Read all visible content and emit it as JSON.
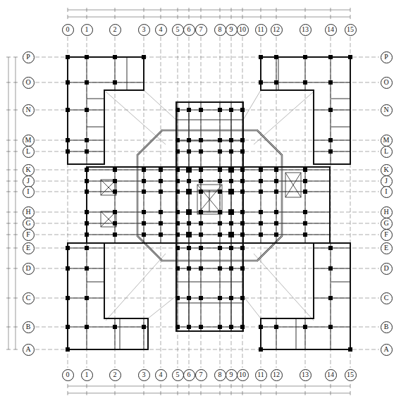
{
  "diagram": {
    "nodes": [
      {
        "text": [
          "0"
        ]
      },
      {
        "text": [
          "1"
        ]
      },
      {
        "text": [
          "2"
        ]
      },
      {
        "text": [
          "3"
        ]
      },
      {
        "text": [
          "4"
        ]
      },
      {
        "text": [
          "5"
        ]
      },
      {
        "text": [
          "6"
        ]
      },
      {
        "text": [
          "7"
        ]
      },
      {
        "text": [
          "8"
        ]
      },
      {
        "text": [
          "9"
        ]
      },
      {
        "text": [
          "10"
        ]
      },
      {
        "text": [
          "11"
        ]
      },
      {
        "text": [
          "12"
        ]
      },
      {
        "text": [
          "13"
        ]
      },
      {
        "text": [
          "14"
        ]
      },
      {
        "text": [
          "15"
        ]
      },
      {
        "text": [
          "P"
        ]
      },
      {
        "text": [
          "P"
        ]
      },
      {
        "text": [
          "O"
        ]
      },
      {
        "text": [
          "O"
        ]
      },
      {
        "text": [
          "N"
        ]
      },
      {
        "text": [
          "N"
        ]
      },
      {
        "text": [
          "M"
        ]
      },
      {
        "text": [
          "M"
        ]
      },
      {
        "text": [
          "L"
        ]
      },
      {
        "text": [
          "L"
        ]
      },
      {
        "text": [
          "K"
        ]
      },
      {
        "text": [
          "K"
        ]
      },
      {
        "text": [
          "J"
        ]
      },
      {
        "text": [
          "J"
        ]
      },
      {
        "text": [
          "I"
        ]
      },
      {
        "text": [
          "I"
        ]
      },
      {
        "text": [
          "H"
        ]
      },
      {
        "text": [
          "H"
        ]
      },
      {
        "text": [
          "G"
        ]
      },
      {
        "text": [
          "G"
        ]
      },
      {
        "text": [
          "F"
        ]
      },
      {
        "text": [
          "F"
        ]
      },
      {
        "text": [
          "E"
        ]
      },
      {
        "text": [
          "E"
        ]
      },
      {
        "text": [
          "D"
        ]
      },
      {
        "text": [
          "D"
        ]
      },
      {
        "text": [
          "C"
        ]
      },
      {
        "text": [
          "C"
        ]
      },
      {
        "text": [
          "B"
        ]
      },
      {
        "text": [
          "B"
        ]
      },
      {
        "text": [
          "A"
        ]
      },
      {
        "text": [
          "A"
        ]
      },
      {
        "text": [
          "0"
        ]
      },
      {
        "text": [
          "1"
        ]
      },
      {
        "text": [
          "2"
        ]
      },
      {
        "text": [
          "3"
        ]
      },
      {
        "text": [
          "4"
        ]
      },
      {
        "text": [
          "5"
        ]
      },
      {
        "text": [
          "6"
        ]
      },
      {
        "text": [
          "7"
        ]
      },
      {
        "text": [
          "8"
        ]
      },
      {
        "text": [
          "9"
        ]
      },
      {
        "text": [
          "10"
        ]
      },
      {
        "text": [
          "11"
        ]
      },
      {
        "text": [
          "12"
        ]
      },
      {
        "text": [
          "13"
        ]
      },
      {
        "text": [
          "14"
        ]
      },
      {
        "text": [
          "15"
        ]
      }
    ]
  }
}
